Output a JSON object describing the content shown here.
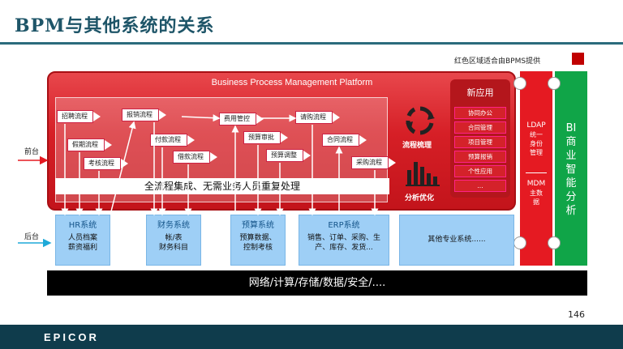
{
  "title": "BPM与其他系统的关系",
  "note": "红色区域适合由BPMS提供",
  "colors": {
    "red": "#e51a22",
    "green": "#10a548",
    "blue": "#9ecff6",
    "dark": "#0f3c4c"
  },
  "platform": {
    "title": "Business Process Management Platform",
    "processes": [
      "招聘流程",
      "报销流程",
      "费用管控",
      "请购流程",
      "假期流程",
      "付款流程",
      "预算审批",
      "合同流程",
      "考核流程",
      "借款流程",
      "预算调整",
      "采购流程"
    ],
    "band": "全流程集成、无需业务人员重复处理",
    "cycle_label": "流程梳理",
    "optimize_label": "分析优化"
  },
  "new_app": {
    "title": "新应用",
    "items": [
      "协同办公",
      "合同管理",
      "项目管理",
      "预算报销",
      "个性应用",
      "..."
    ]
  },
  "ldap": {
    "title": "LDAP",
    "lines": [
      "统一",
      "身份",
      "管理"
    ]
  },
  "mdm": {
    "title": "MDM",
    "lines": [
      "主数",
      "据"
    ]
  },
  "bi": {
    "chars": [
      "BI",
      "商",
      "业",
      "智",
      "能",
      "分",
      "析"
    ]
  },
  "front_label": "前台",
  "back_label": "后台",
  "systems": [
    {
      "title": "HR系统",
      "body": [
        "人员档案",
        "薪资福利"
      ]
    },
    {
      "title": "财务系统",
      "body": [
        "帐/表",
        "财务科目"
      ]
    },
    {
      "title": "预算系统",
      "body": [
        "预算数据、",
        "控制考核"
      ]
    },
    {
      "title": "ERP系统",
      "body": [
        "销售、订单、采购、生",
        "产、库存、发货..."
      ]
    },
    {
      "title": "",
      "body": [
        "其他专业系统......"
      ]
    }
  ],
  "infra": "网络/计算/存储/数据/安全/....",
  "page_number": "146",
  "logo": "EPICOR"
}
